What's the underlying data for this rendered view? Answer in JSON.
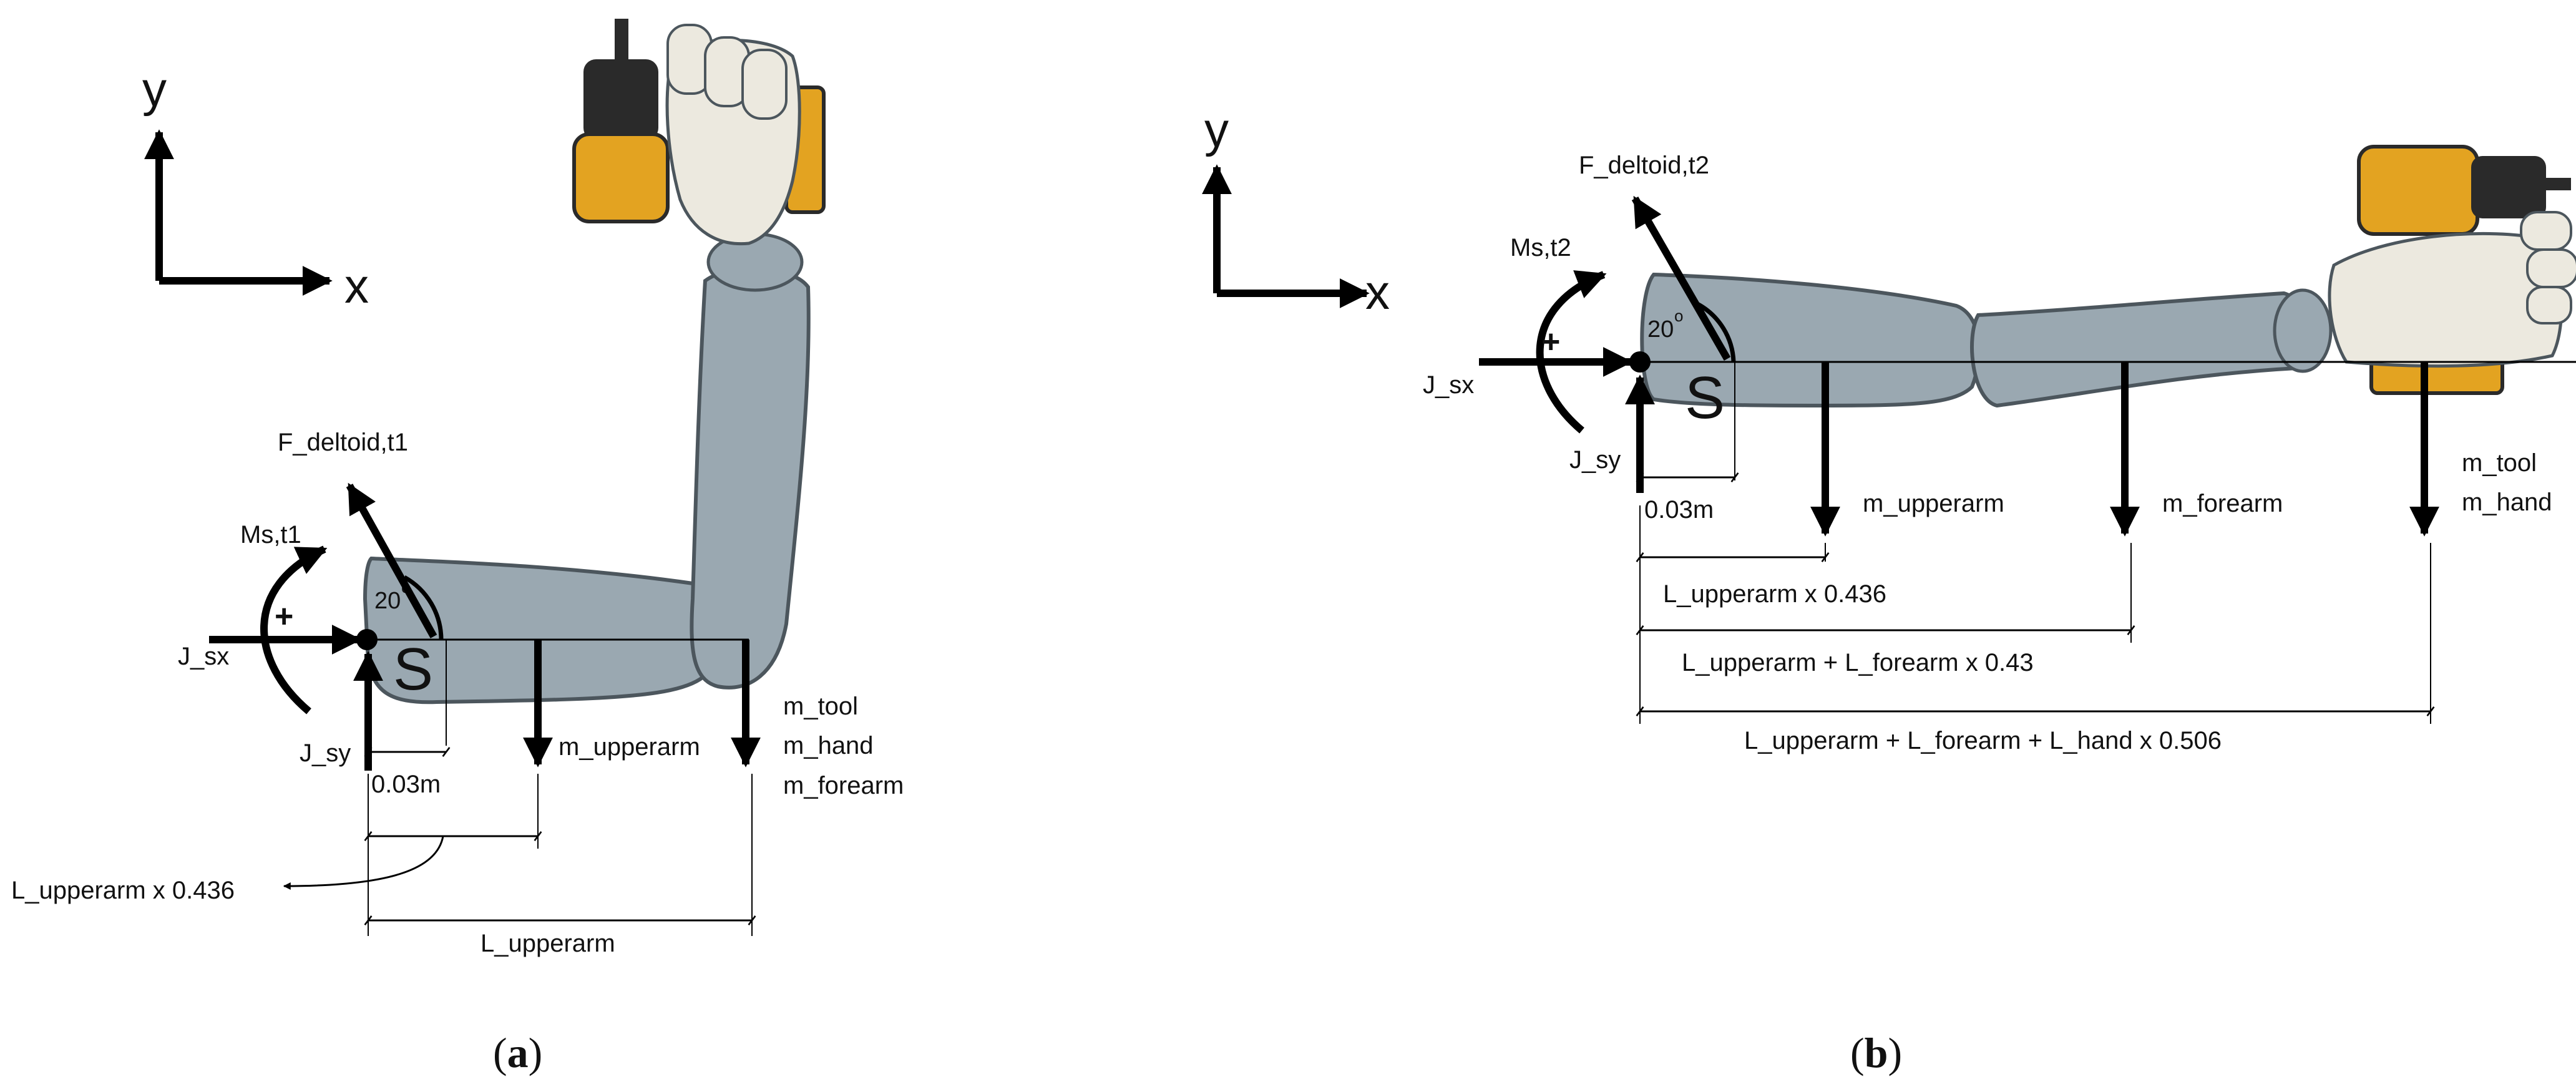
{
  "colors": {
    "arm_fill": "#9aa8b1",
    "arm_stroke": "#4c565d",
    "hand_fill": "#ece9df",
    "tool_body": "#e3a321",
    "tool_dark": "#2a2a2a",
    "arrow": "#000000"
  },
  "panel_a": {
    "axes": {
      "y": "y",
      "x": "x"
    },
    "force_label": "F_deltoid,t1",
    "moment_label": "Ms,t1",
    "plus_sign": "+",
    "angle_label": "20",
    "degree_sign": "o",
    "joint_label": "S",
    "jsx_label": "J_sx",
    "jsy_label": "J_sy",
    "offset_label": "0.03m",
    "upperarm_mass": "m_upperarm",
    "distal_masses": [
      "m_tool",
      "m_hand",
      "m_forearm"
    ],
    "dim_upperarm_com": "L_upperarm x 0.436",
    "dim_upperarm": "L_upperarm",
    "caption_open": "(",
    "caption_letter": "a",
    "caption_close": ")"
  },
  "panel_b": {
    "axes": {
      "y": "y",
      "x": "x"
    },
    "force_label": "F_deltoid,t2",
    "moment_label": "Ms,t2",
    "plus_sign": "+",
    "angle_label": "20",
    "degree_sign": "o",
    "joint_label": "S",
    "jsx_label": "J_sx",
    "jsy_label": "J_sy",
    "offset_label": "0.03m",
    "upperarm_mass": "m_upperarm",
    "forearm_mass": "m_forearm",
    "distal_masses": [
      "m_tool",
      "m_hand"
    ],
    "dim_upperarm_com": "L_upperarm x 0.436",
    "dim_forearm_com": "L_upperarm + L_forearm x 0.43",
    "dim_hand_com": "L_upperarm + L_forearm + L_hand x 0.506",
    "caption_open": "(",
    "caption_letter": "b",
    "caption_close": ")"
  }
}
